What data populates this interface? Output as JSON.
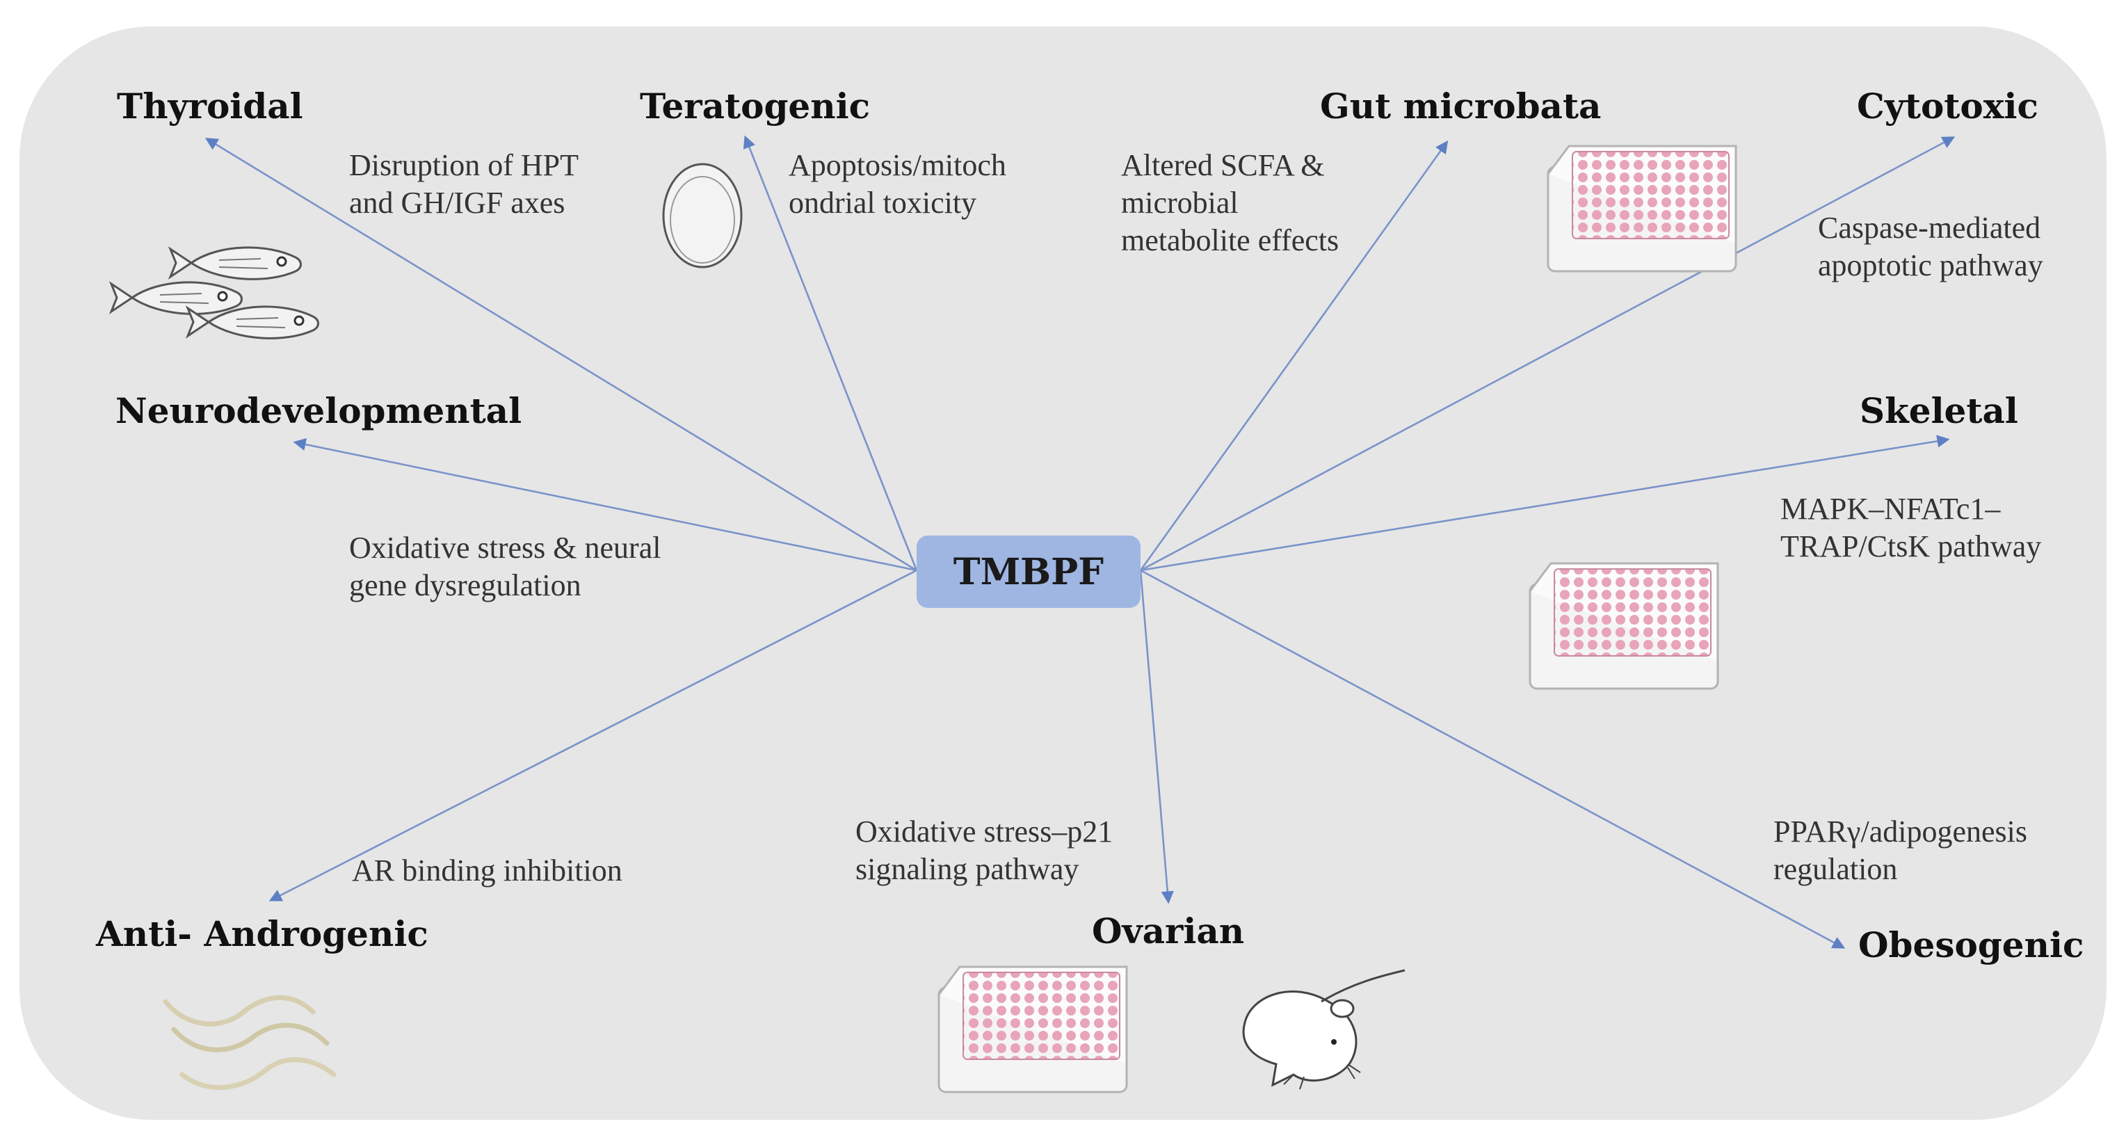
{
  "center": {
    "label": "TMBPF"
  },
  "colors": {
    "panel": "#e6e6e6",
    "center_box": "#9fb6e2",
    "arrow": "#7a93c9",
    "plate_wells": "#e8a4b8"
  },
  "nodes": {
    "thyroidal": {
      "title": "Thyroidal",
      "desc": [
        "Disruption of HPT",
        "and GH/IGF axes"
      ],
      "icon": "fish-icon"
    },
    "teratogenic": {
      "title": "Teratogenic",
      "desc": [
        "Apoptosis/mitoch",
        "ondrial toxicity"
      ],
      "icon": "egg-icon"
    },
    "gut": {
      "title": "Gut microbata",
      "desc": [
        "Altered SCFA &",
        "microbial",
        "metabolite effects"
      ],
      "icon": ""
    },
    "cytotoxic": {
      "title": "Cytotoxic",
      "desc": [
        "Caspase-mediated",
        "apoptotic pathway"
      ],
      "icon": "well-plate-icon"
    },
    "neuro": {
      "title": "Neurodevelopmental",
      "desc": [
        "Oxidative stress & neural",
        "gene dysregulation"
      ],
      "icon": ""
    },
    "skeletal": {
      "title": "Skeletal",
      "desc": [
        "MAPK–NFATc1–",
        "TRAP/CtsK pathway"
      ],
      "icon": "well-plate-icon"
    },
    "anti_androgenic": {
      "title": "Anti- Androgenic",
      "desc": [
        "AR binding inhibition"
      ],
      "icon": "worm-icon"
    },
    "ovarian": {
      "title": "Ovarian",
      "desc": [
        "Oxidative stress–p21",
        "signaling pathway"
      ],
      "icon": "well-plate-and-mouse-icon"
    },
    "obesogenic": {
      "title": "Obesogenic",
      "desc": [
        "PPARγ/adipogenesis",
        "regulation"
      ],
      "icon": ""
    }
  }
}
